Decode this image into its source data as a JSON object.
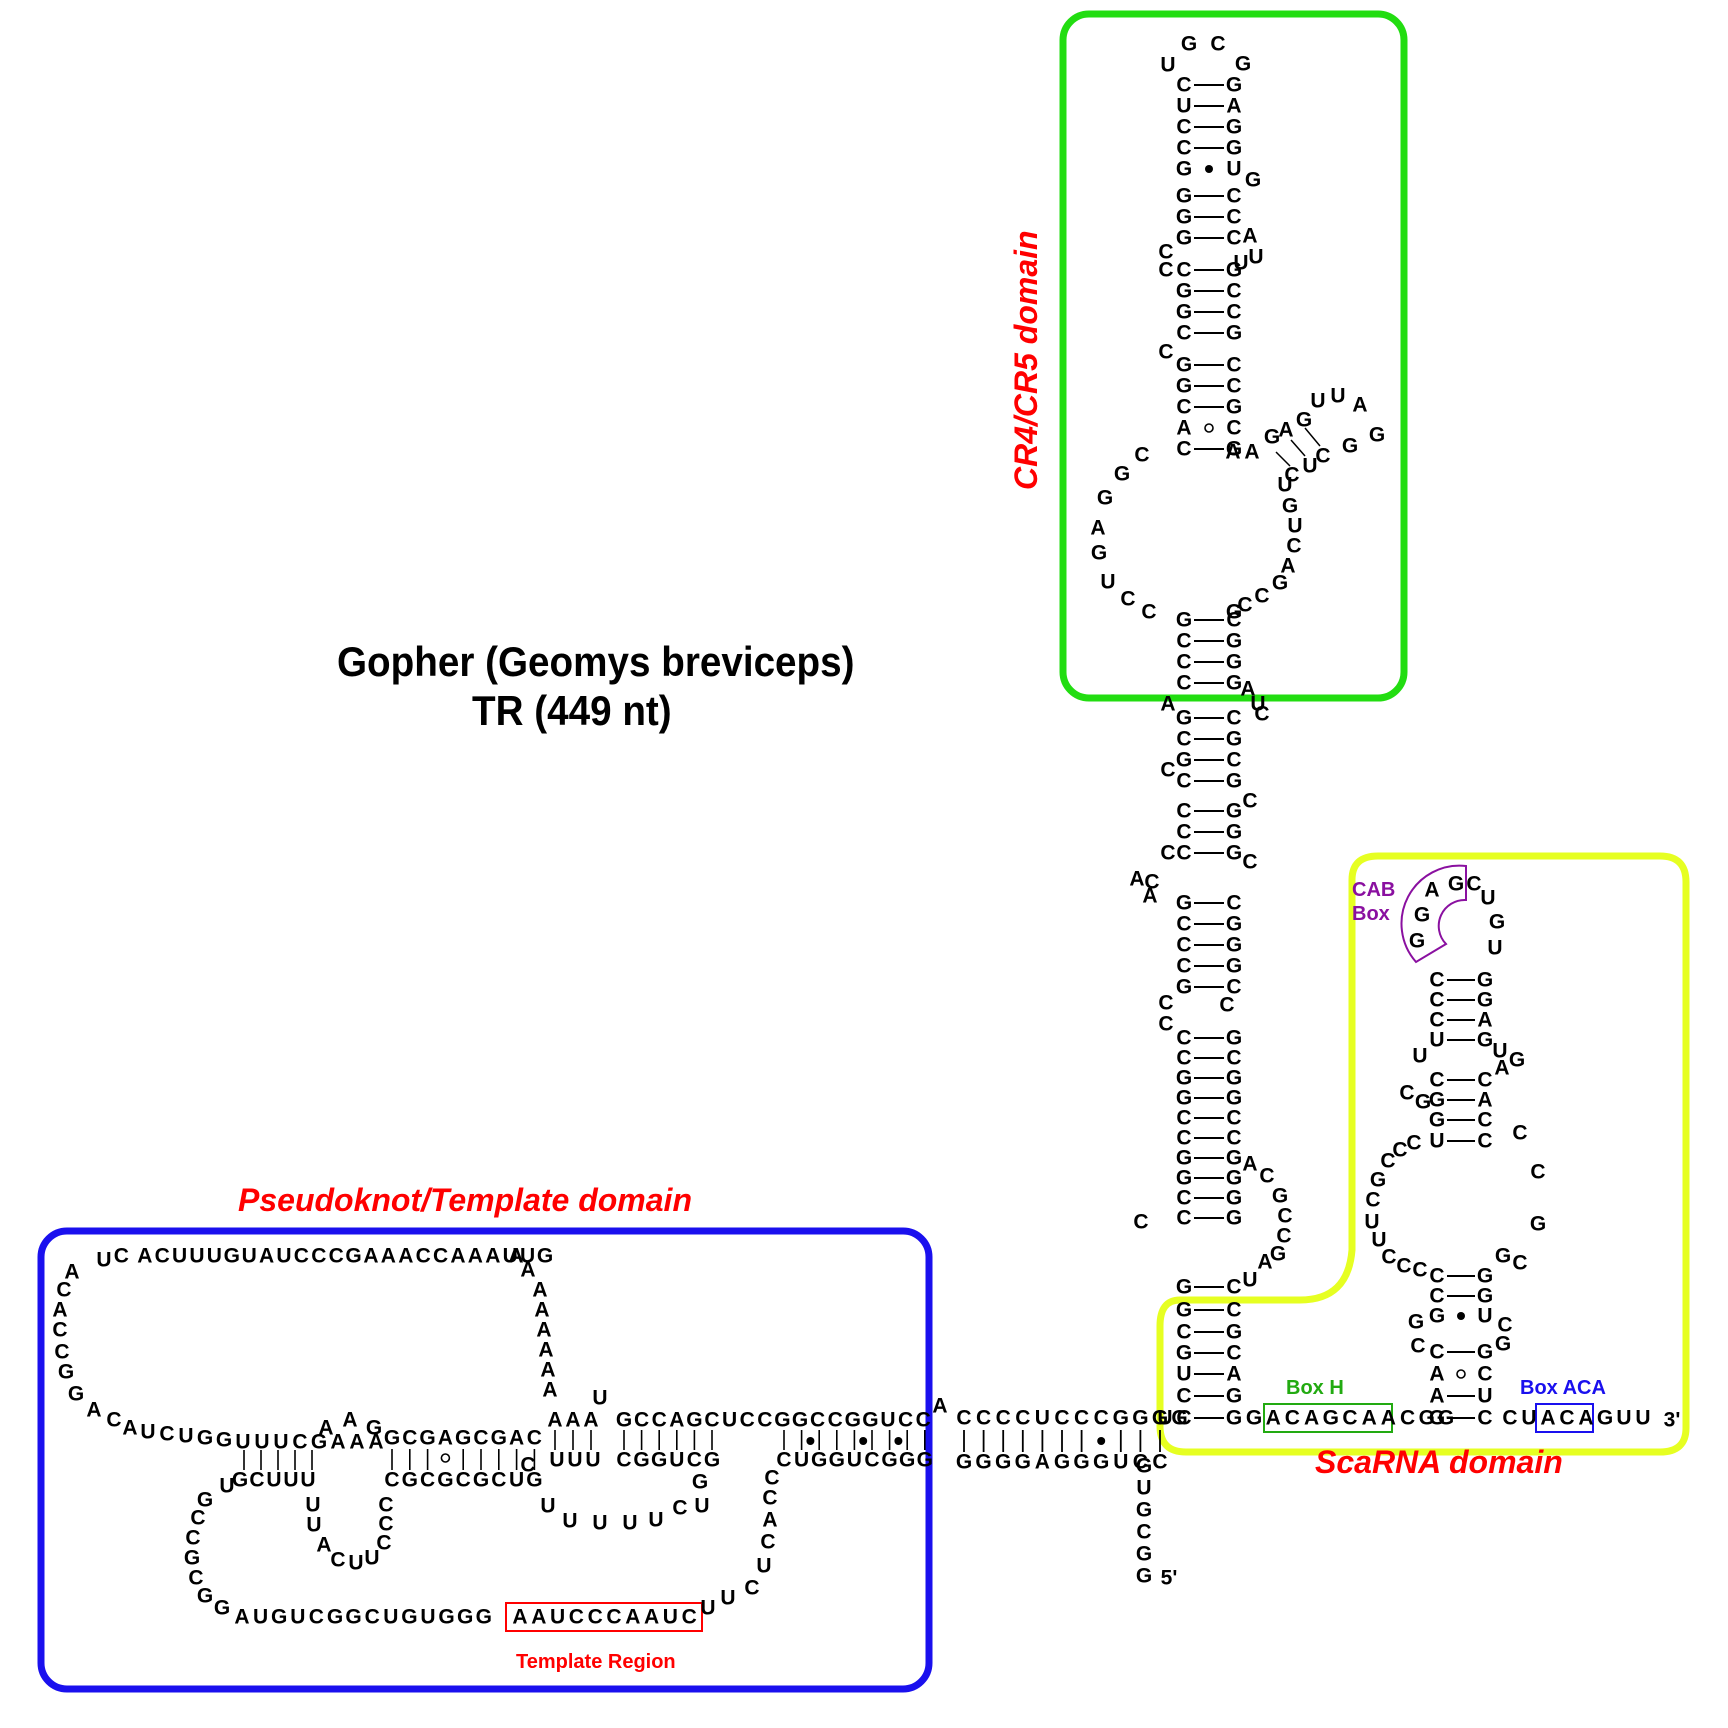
{
  "title": {
    "line1": "Gopher (Geomys breviceps)",
    "line2": "TR (449 nt)"
  },
  "domains": {
    "cr4cr5": {
      "label": "CR4/CR5 domain",
      "color": "#22dd11"
    },
    "pseudoknot": {
      "label": "Pseudoknot/Template domain",
      "color": "#1a10ee"
    },
    "scarna": {
      "label": "ScaRNA domain",
      "color": "#e6ff22"
    }
  },
  "motifs": {
    "template": {
      "label": "Template Region",
      "sequence": "AAUCCCAAUC",
      "color": "#ff0000"
    },
    "box_h": {
      "label": "Box H",
      "sequence": "ACAGCAA",
      "color": "#22aa11"
    },
    "box_aca": {
      "label": "Box ACA",
      "sequence": "ACA",
      "color": "#1a10ee"
    },
    "cab_box": {
      "label_line1": "CAB",
      "label_line2": "Box",
      "sequence": "GGAG",
      "color": "#8a10a0"
    }
  },
  "ends": {
    "five_prime": "5'",
    "three_prime": "3'"
  },
  "sequences": {
    "five_tail": "GGCGUG",
    "p1_left_bottom": "GGGGAGGGUCC",
    "p1_top": "CCCCUCCCGGGGUC",
    "cr4_left_lower": "GCCGCCACGGCGGGCGCCCCGCCGCCGGC",
    "cr4_loop_left": "CCUGAGGGC",
    "cr4_top_left": "CACGGCCCGGGCUCCUCU",
    "cr4_apex": "GCG",
    "cr4_top_right": "GAGGUGCCCAUUGCCGCCCC",
    "cr4_p6_right": "AAGAGUUAGGCUCU",
    "cr4_loop_right": "GUCAGCCGC",
    "cr4_right_lower": "GGGAUCGCGCGGCCGGCGGCCGGCCGGG",
    "j_scarna": "ACGCCGAUC",
    "scarna_p": "GGCGUC",
    "scarna_p_right": "CGCCAG",
    "box_h_flank": "GGACAGCAACGG",
    "scarna_hairpin_left": "AACGGCCUUCGCCCUGGCUCCCGGAG",
    "scarna_hairpin_right": "CUGUGGGACAGUAGCCGGGCUGCGGUCC",
    "tail_3": "CUACAGUU",
    "pk_top": "UCACUUUGUAUCCCGAAACCAAAUUG",
    "pk_left": "ACACCGGACAUCUGGUUUCGAAA",
    "pk_right_a": "AAAAAAAA",
    "pk_mid": "AAG",
    "pk_p2_top": "GCGAGCGAC",
    "pk_p2_bottom": "CGCGCGCUG",
    "pk_p3_top": "AAAUGCCAGCUCCGGCCGGUCCA",
    "pk_p3_bottom": "UUUCGGUCG",
    "pk_loop_u": "UUUUUC",
    "pk_gu": "GU",
    "pk_right_stem": "CUGGUCGGG",
    "pk_cca": "CCACUCUU",
    "pk_bottom": "GAUGUCGGCUGUGGG",
    "pk_left_loop": "GUGCUUUCCGCGG",
    "pk_jloop": "UUACUUCCC"
  }
}
